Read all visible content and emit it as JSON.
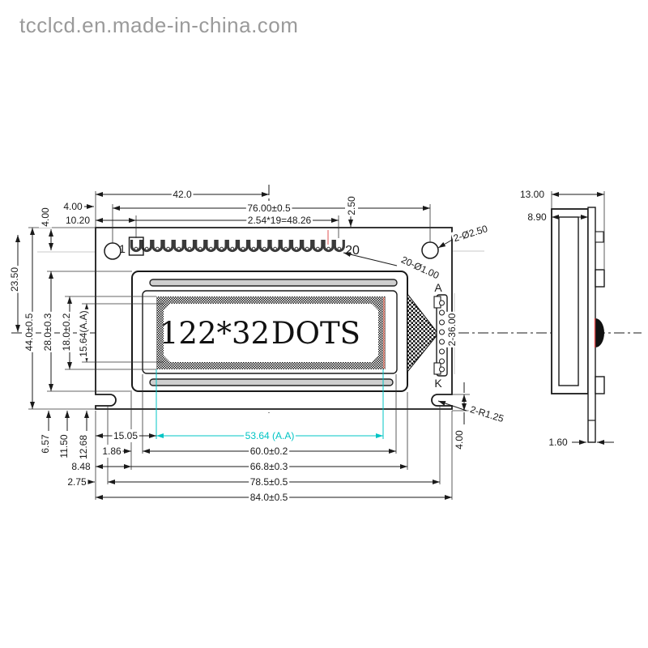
{
  "watermark": "tcclcd.en.made-in-china.com",
  "display": {
    "left": "122*32",
    "right": "DOTS"
  },
  "labels": {
    "pin_first": "1",
    "pin_last": "20",
    "anode": "A",
    "cathode": "K"
  },
  "dims": {
    "top": {
      "d42": "42.0",
      "d76": "76.00±0.5",
      "d1020": "10.20",
      "pitch": "2.54*19=48.26",
      "d250": "2.50",
      "d4h": "4.00",
      "d4v": "4.00"
    },
    "left": {
      "d2350": "23.50",
      "d44": "44.0±0.5",
      "d28": "28.0±0.3",
      "d18": "18.0±0.2",
      "d1564": "15.64(A.A)"
    },
    "lower_left": {
      "d657": "6.57",
      "d1150": "11.50",
      "d1268": "12.68",
      "d848": "8.48",
      "d275": "2.75"
    },
    "bottom": {
      "d1505": "15.05",
      "d186": "1.86",
      "d5364": "53.64 (A.A)",
      "d60": "60.0±0.2",
      "d668": "66.8±0.3",
      "d785": "78.5±0.5",
      "d84": "84.0±0.5"
    },
    "right": {
      "holes2": "2-Ø2.50",
      "holes20": "20-Ø1.00",
      "d236": "2-36.00",
      "r125": "2-R1.25",
      "d4": "4.00"
    },
    "side": {
      "d13": "13.00",
      "d89": "8.90",
      "d16": "1.60"
    }
  },
  "colors": {
    "line": "#1a1a1a",
    "aa_cyan": "#00c4c4",
    "accent_red": "#e05050",
    "watermark_gray": "#9a9a9a"
  }
}
